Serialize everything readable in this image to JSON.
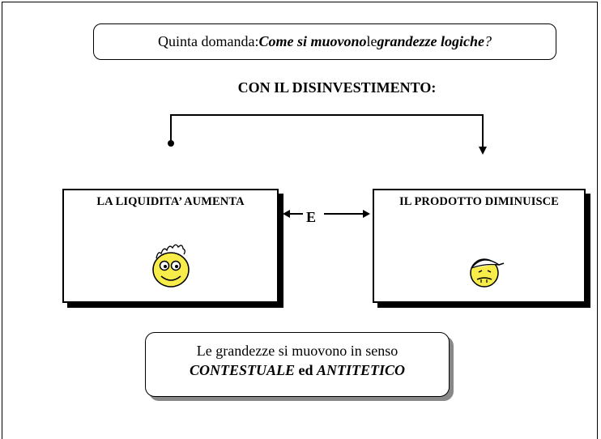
{
  "question": {
    "prefix": "Quinta domanda: ",
    "emph1": "Come si muovono",
    "mid": " le ",
    "emph2": "grandezze logiche",
    "suffix": "?"
  },
  "heading": "CON IL DISINVESTIMENTO:",
  "left_box": {
    "title": "LA LIQUIDITA’ AUMENTA",
    "face": "happy-face"
  },
  "right_box": {
    "title": "IL PRODOTTO DIMINUISCE",
    "face": "sad-face"
  },
  "connector_label": "E",
  "summary": {
    "line1": "Le grandezze si muovono in senso",
    "word1": "CONTESTUALE",
    "word2": " ed ",
    "word3": "ANTITETICO"
  },
  "colors": {
    "face_fill": "#f7ec4a",
    "stroke": "#000000"
  }
}
